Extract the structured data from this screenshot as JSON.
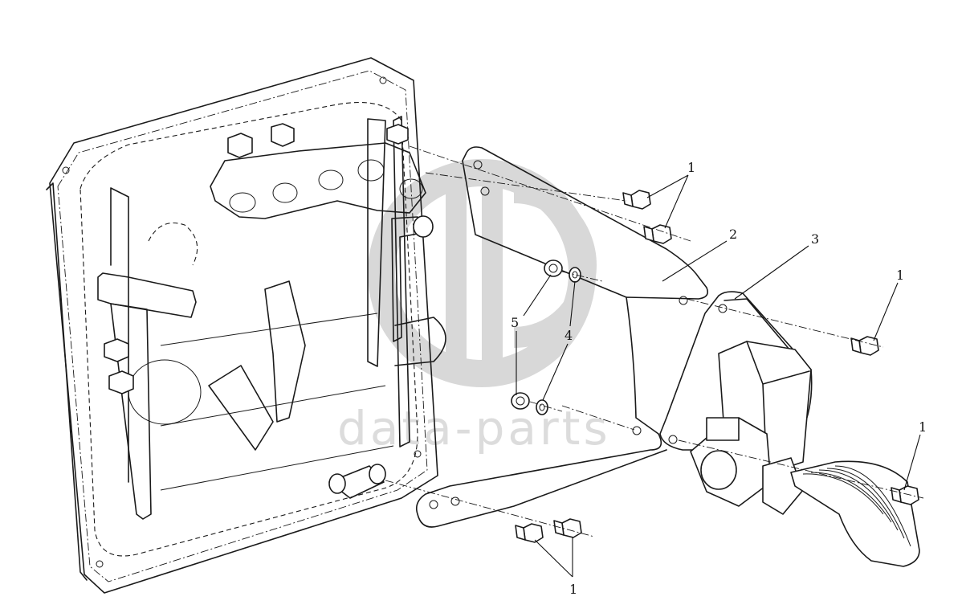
{
  "labels": {
    "part_1_upper": "1",
    "part_2": "2",
    "part_3": "3",
    "part_1_right": "1",
    "part_5": "5",
    "part_4": "4",
    "part_1_pedal": "1",
    "part_1_lower": "1"
  },
  "watermark": {
    "text": "data-parts",
    "color": "#d4d4d4"
  },
  "colors": {
    "line": "#1a1a1a",
    "background": "#ffffff"
  }
}
